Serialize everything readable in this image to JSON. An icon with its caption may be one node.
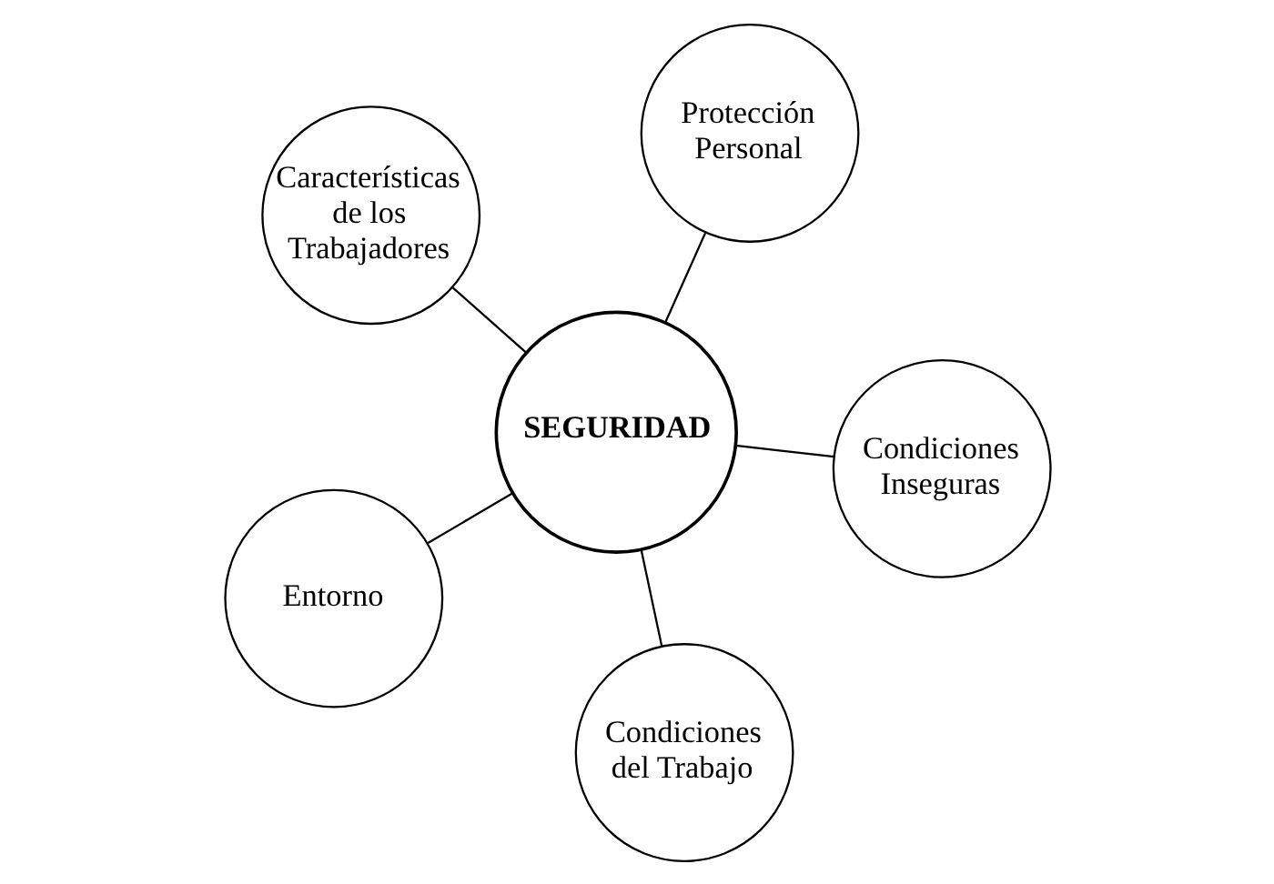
{
  "diagram": {
    "nodes": [
      {
        "text": [
          "Características de los Trabajadores"
        ]
      },
      {
        "text": [
          "Condiciones Inseguras"
        ]
      },
      {
        "text": [
          "Condiciones del Trabajo"
        ]
      },
      {
        "text": [
          "SEGURIDAD"
        ]
      },
      {
        "text": [
          "Protección Personal"
        ]
      },
      {
        "text": [
          "Entorno"
        ]
      }
    ],
    "edges": [
      {
        "from": 3,
        "to": 0,
        "arrow": "none"
      },
      {
        "from": 3,
        "to": 1,
        "arrow": "none"
      },
      {
        "from": 3,
        "to": 2,
        "arrow": "none"
      },
      {
        "from": 3,
        "to": 4,
        "arrow": "none"
      },
      {
        "from": 3,
        "to": 5,
        "arrow": "none"
      }
    ]
  }
}
